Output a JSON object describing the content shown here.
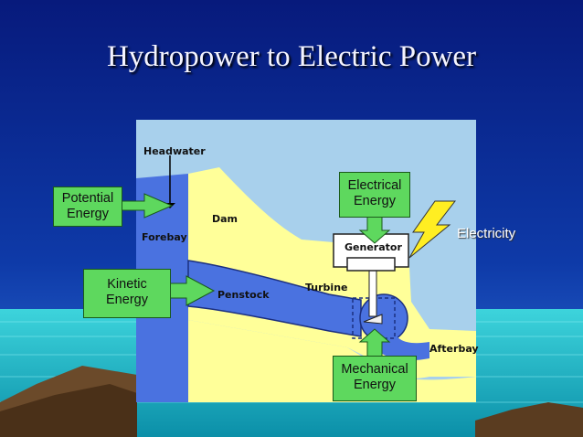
{
  "slide": {
    "title": "Hydropower to Electric Power"
  },
  "diagram": {
    "labels": {
      "headwater": "Headwater",
      "dam": "Dam",
      "forebay": "Forebay",
      "penstock": "Penstock",
      "turbine": "Turbine",
      "generator": "Generator",
      "afterbay": "Afterbay"
    },
    "callouts": {
      "potential": [
        "Potential",
        "Energy"
      ],
      "kinetic": [
        "Kinetic",
        "Energy"
      ],
      "electrical": [
        "Electrical",
        "Energy"
      ],
      "mechanical": [
        "Mechanical",
        "Energy"
      ],
      "electricity": "Electricity"
    }
  },
  "colors": {
    "sky_top": "#0a1f8a",
    "sky_bottom": "#1f5fd0",
    "sea": "#20c0cc",
    "diagram_bg": "#a8d0ec",
    "water": "#4a72e0",
    "earth": "#ffff99",
    "arrow_green": "#5ed85e",
    "bolt_yellow": "#ffee22"
  }
}
